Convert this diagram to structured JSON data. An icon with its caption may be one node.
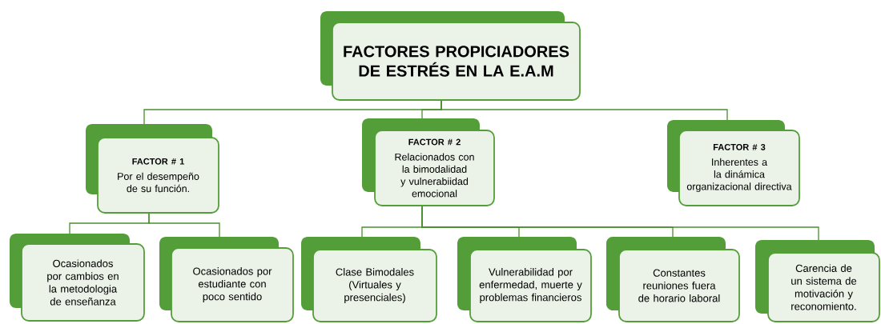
{
  "diagram": {
    "nodes": [
      {
        "text": [
          "FACTORES PROPICIADORES DE ESTRÉS EN LA E.A.M"
        ]
      },
      {
        "text": [
          "FACTOR # 1",
          "Por el desempeño de su función."
        ]
      },
      {
        "text": [
          "FACTOR # 2",
          "Relacionados con la bimodalidad y vulnerabiidad emocional"
        ]
      },
      {
        "text": [
          "FACTOR #  3",
          "Inherentes a la dinámica organizacional directiva"
        ]
      },
      {
        "text": [
          "Ocasionados por cambios en la metodologia de enseñanza"
        ]
      },
      {
        "text": [
          "Ocasionados por estudiante con poco sentido"
        ]
      },
      {
        "text": [
          "Clase Bimodales (Virtuales y presenciales)"
        ]
      },
      {
        "text": [
          "Vulnerabilidad por enfermedad, muerte y problemas financieros"
        ]
      },
      {
        "text": [
          "Constantes reuniones fuera de horario laboral"
        ]
      },
      {
        "text": [
          "Carencia de un sistema de motivación y reconomiento."
        ]
      }
    ],
    "edges": [
      {
        "from": 0,
        "to": 1,
        "arrow": "none"
      },
      {
        "from": 0,
        "to": 2,
        "arrow": "none"
      },
      {
        "from": 0,
        "to": 3,
        "arrow": "none"
      },
      {
        "from": 1,
        "to": 4,
        "arrow": "none"
      },
      {
        "from": 1,
        "to": 5,
        "arrow": "none"
      },
      {
        "from": 2,
        "to": 6,
        "arrow": "none"
      },
      {
        "from": 2,
        "to": 7,
        "arrow": "none"
      },
      {
        "from": 2,
        "to": 8,
        "arrow": "none"
      },
      {
        "from": 2,
        "to": 9,
        "arrow": "none"
      }
    ]
  }
}
